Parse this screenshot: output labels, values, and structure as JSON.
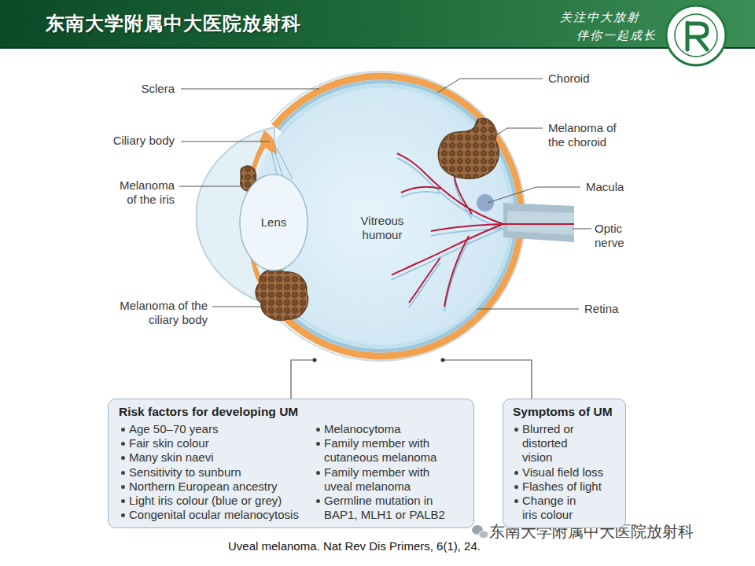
{
  "diagram": {
    "title": "东南大学附属中大医院放射科",
    "caption": "Uveal melanoma. Nat Rev Dis Primers, 6(1), 24.",
    "nodes": [
      {
        "text": [
          "Vitreous humour"
        ]
      },
      {
        "text": [
          "Lens"
        ],
        "in": 0
      },
      {
        "text": [
          "Risk factors for developing UM",
          "Age 50–70 years",
          "Fair skin colour",
          "Many skin naevi",
          "Sensitivity to sunburn",
          "Northern European ancestry",
          "Light iris colour (blue or grey)",
          "Congenital ocular melanocytosis",
          "Melanocytoma",
          "Family member with cutaneous melanoma",
          "Family member with uveal melanoma",
          "Germline mutation in BAP1, MLH1 or PALB2"
        ]
      },
      {
        "text": [
          "Symptoms of UM",
          "Blurred or distorted vision",
          "Visual field loss",
          "Flashes of light",
          "Change in iris colour"
        ]
      }
    ],
    "edges": [
      {
        "from": 0,
        "to": 2,
        "arrow": "none"
      },
      {
        "from": 0,
        "to": 3,
        "arrow": "none"
      }
    ],
    "labels": [
      "关注中大放射",
      "伴你一起成长",
      "Sclera",
      "Choroid",
      "Ciliary body",
      "Melanoma of the choroid",
      "Melanoma of the iris",
      "Macula",
      "Optic nerve",
      "Melanoma of the ciliary body",
      "Retina",
      "东南大学附属中大医院放射科"
    ]
  }
}
